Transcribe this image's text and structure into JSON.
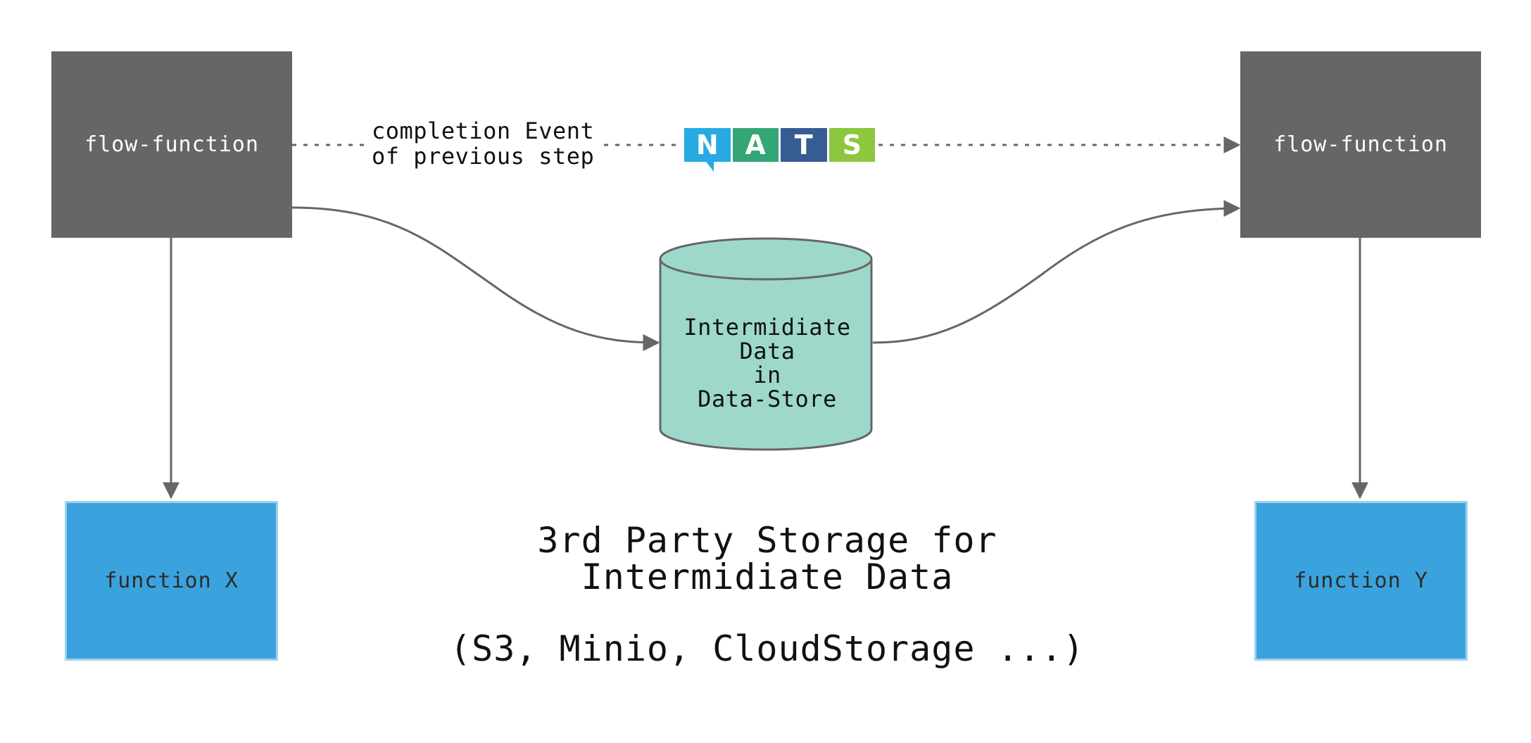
{
  "nodes": {
    "flow_left": "flow-function",
    "flow_right": "flow-function",
    "function_x": "function X",
    "function_y": "function Y",
    "data_store": "Intermidiate\nData\nin\nData-Store"
  },
  "edge_label": "completion Event\nof previous step",
  "nats_logo": {
    "letters": [
      "N",
      "A",
      "T",
      "S"
    ],
    "colors": [
      "#27aae1",
      "#34a574",
      "#375c93",
      "#8dc63f"
    ]
  },
  "storage_caption": {
    "title": "3rd Party Storage for\nIntermidiate Data",
    "subtitle": "(S3, Minio, CloudStorage ...)"
  },
  "colors": {
    "flow_box": "#666666",
    "function_box": "#3aa3dd",
    "data_store": "#9dd8cb",
    "connector": "#666666"
  }
}
